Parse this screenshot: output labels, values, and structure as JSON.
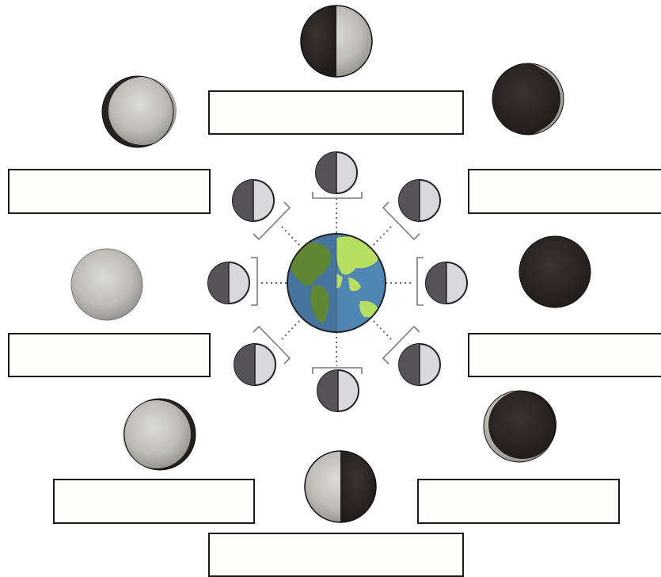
{
  "diagram": {
    "labels": [
      "",
      "",
      "",
      "",
      "",
      "",
      "",
      "",
      ""
    ],
    "colors": {
      "moon_light": "#c9c9c4",
      "moon_dark": "#2a2623",
      "orbit_dark": "#555358",
      "orbit_light": "#d9d8dc",
      "ocean": "#4f86b4",
      "land_night": "#6e9a3c",
      "land_day": "#b7e063",
      "dots": "#666666"
    },
    "big_moon_phases": [
      {
        "id": "top",
        "lit": "right-half"
      },
      {
        "id": "upper-right",
        "lit": "thin-right"
      },
      {
        "id": "right",
        "lit": "none"
      },
      {
        "id": "lower-right",
        "lit": "thin-left"
      },
      {
        "id": "bottom",
        "lit": "left-half"
      },
      {
        "id": "lower-left",
        "lit": "gibbous-left"
      },
      {
        "id": "left",
        "lit": "full"
      },
      {
        "id": "upper-left",
        "lit": "gibbous-right"
      }
    ]
  }
}
